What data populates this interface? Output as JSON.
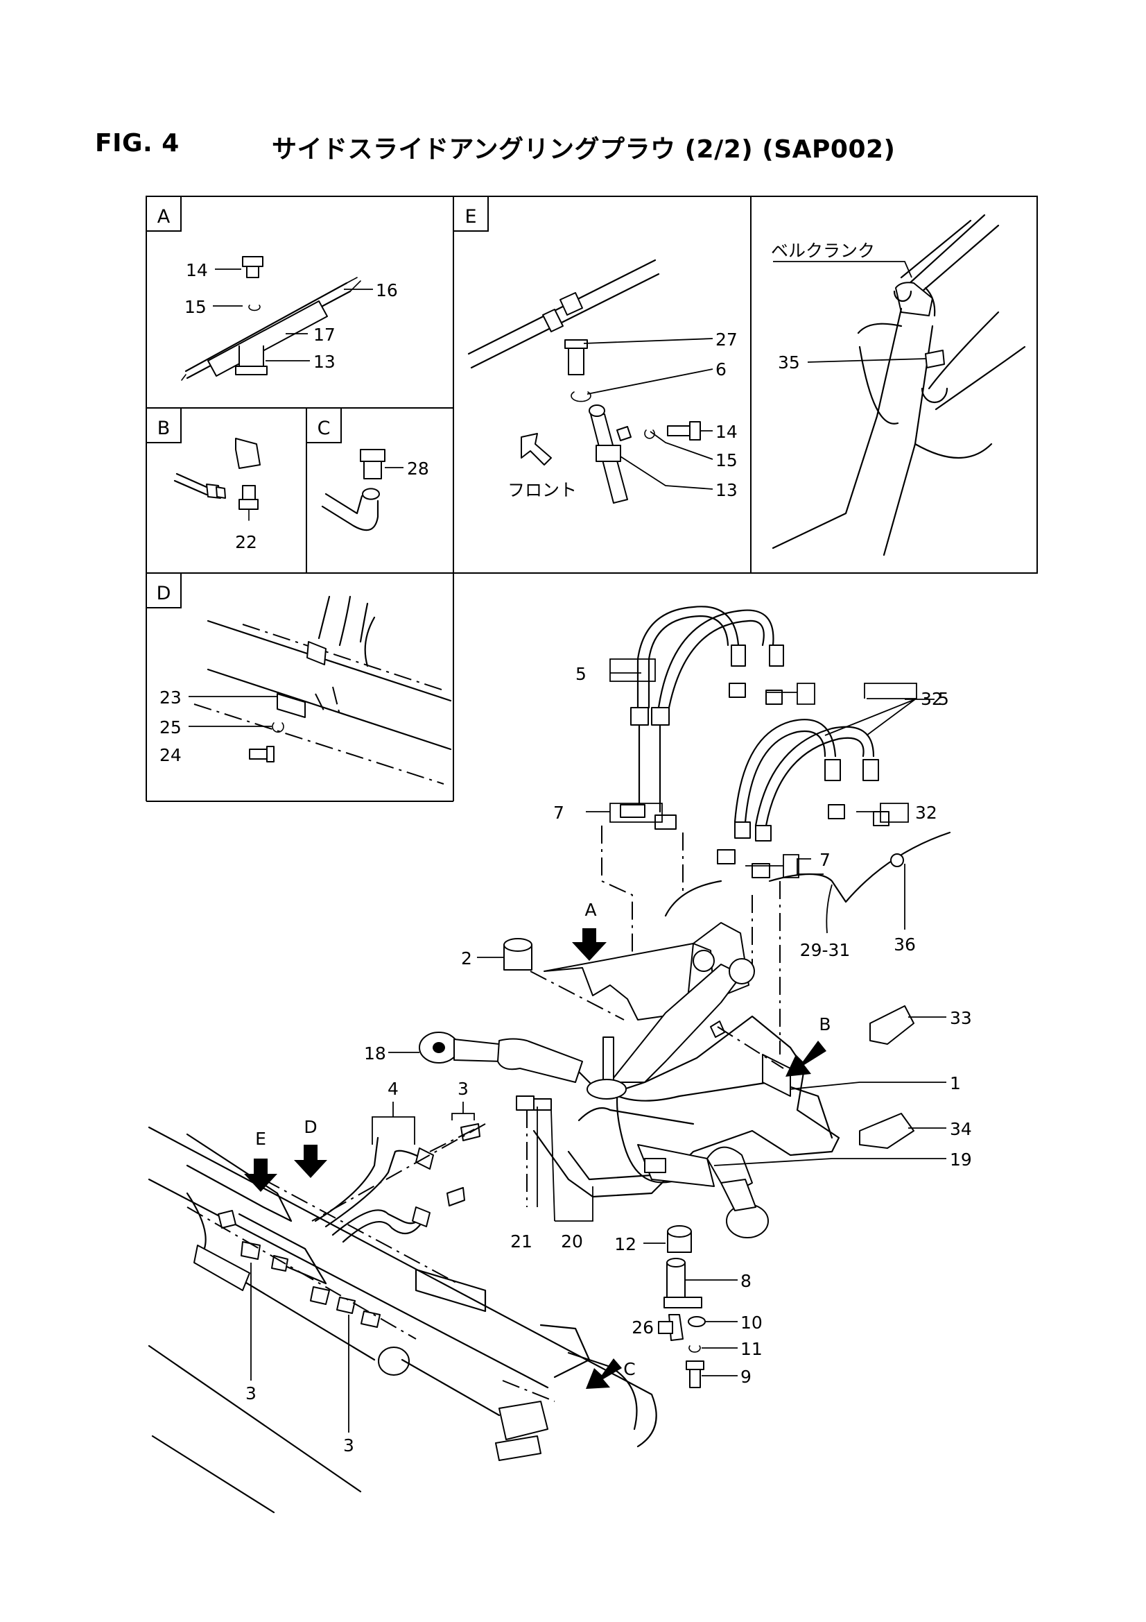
{
  "header": {
    "fig_label": "FIG. 4",
    "title": "サイドスライドアングリングプラウ (2/2) (SAP002)"
  },
  "views": {
    "a": "A",
    "b": "B",
    "c": "C",
    "d": "D",
    "e": "E"
  },
  "view_notes": {
    "front": "フロント",
    "bell_crank": "ベルクランク"
  },
  "callouts": {
    "n1": "1",
    "n2": "2",
    "n3": "3",
    "n4": "4",
    "n5": "5",
    "n6": "6",
    "n7": "7",
    "n8": "8",
    "n9": "9",
    "n10": "10",
    "n11": "11",
    "n12": "12",
    "n13": "13",
    "n14": "14",
    "n15": "15",
    "n16": "16",
    "n17": "17",
    "n18": "18",
    "n19": "19",
    "n20": "20",
    "n21": "21",
    "n22": "22",
    "n23": "23",
    "n24": "24",
    "n25": "25",
    "n26": "26",
    "n27": "27",
    "n28": "28",
    "n29_31": "29-31",
    "n32": "32",
    "n33": "33",
    "n34": "34",
    "n35": "35",
    "n36": "36"
  },
  "arrows": {
    "a": "A",
    "b": "B",
    "c": "C",
    "d": "D",
    "e": "E"
  }
}
